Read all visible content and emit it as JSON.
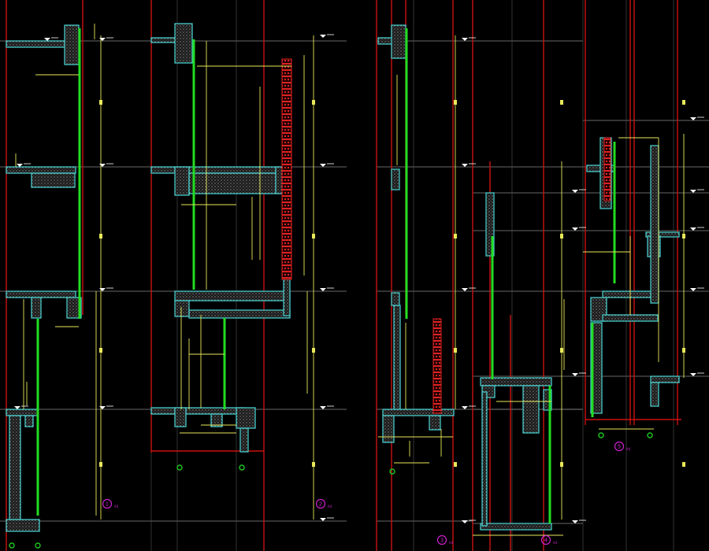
{
  "drawing": {
    "background": "#000000",
    "colors": {
      "grid": "#8a8a8a",
      "column_line": "#cc1111",
      "dimension": "#e8e85a",
      "slab_outline": "#45c8c8",
      "glazing": "#22dd22",
      "curtain_frame": "#dd2222",
      "tag": "#cc22cc",
      "anchor": "#1ec81e",
      "marker": "#ffffff"
    },
    "detail_tags": [
      {
        "number": "1",
        "sub": "A4"
      },
      {
        "number": "2",
        "sub": "A4"
      },
      {
        "number": "3",
        "sub": "A4"
      },
      {
        "number": "4",
        "sub": "A4"
      },
      {
        "number": "5",
        "sub": "A4"
      }
    ]
  }
}
